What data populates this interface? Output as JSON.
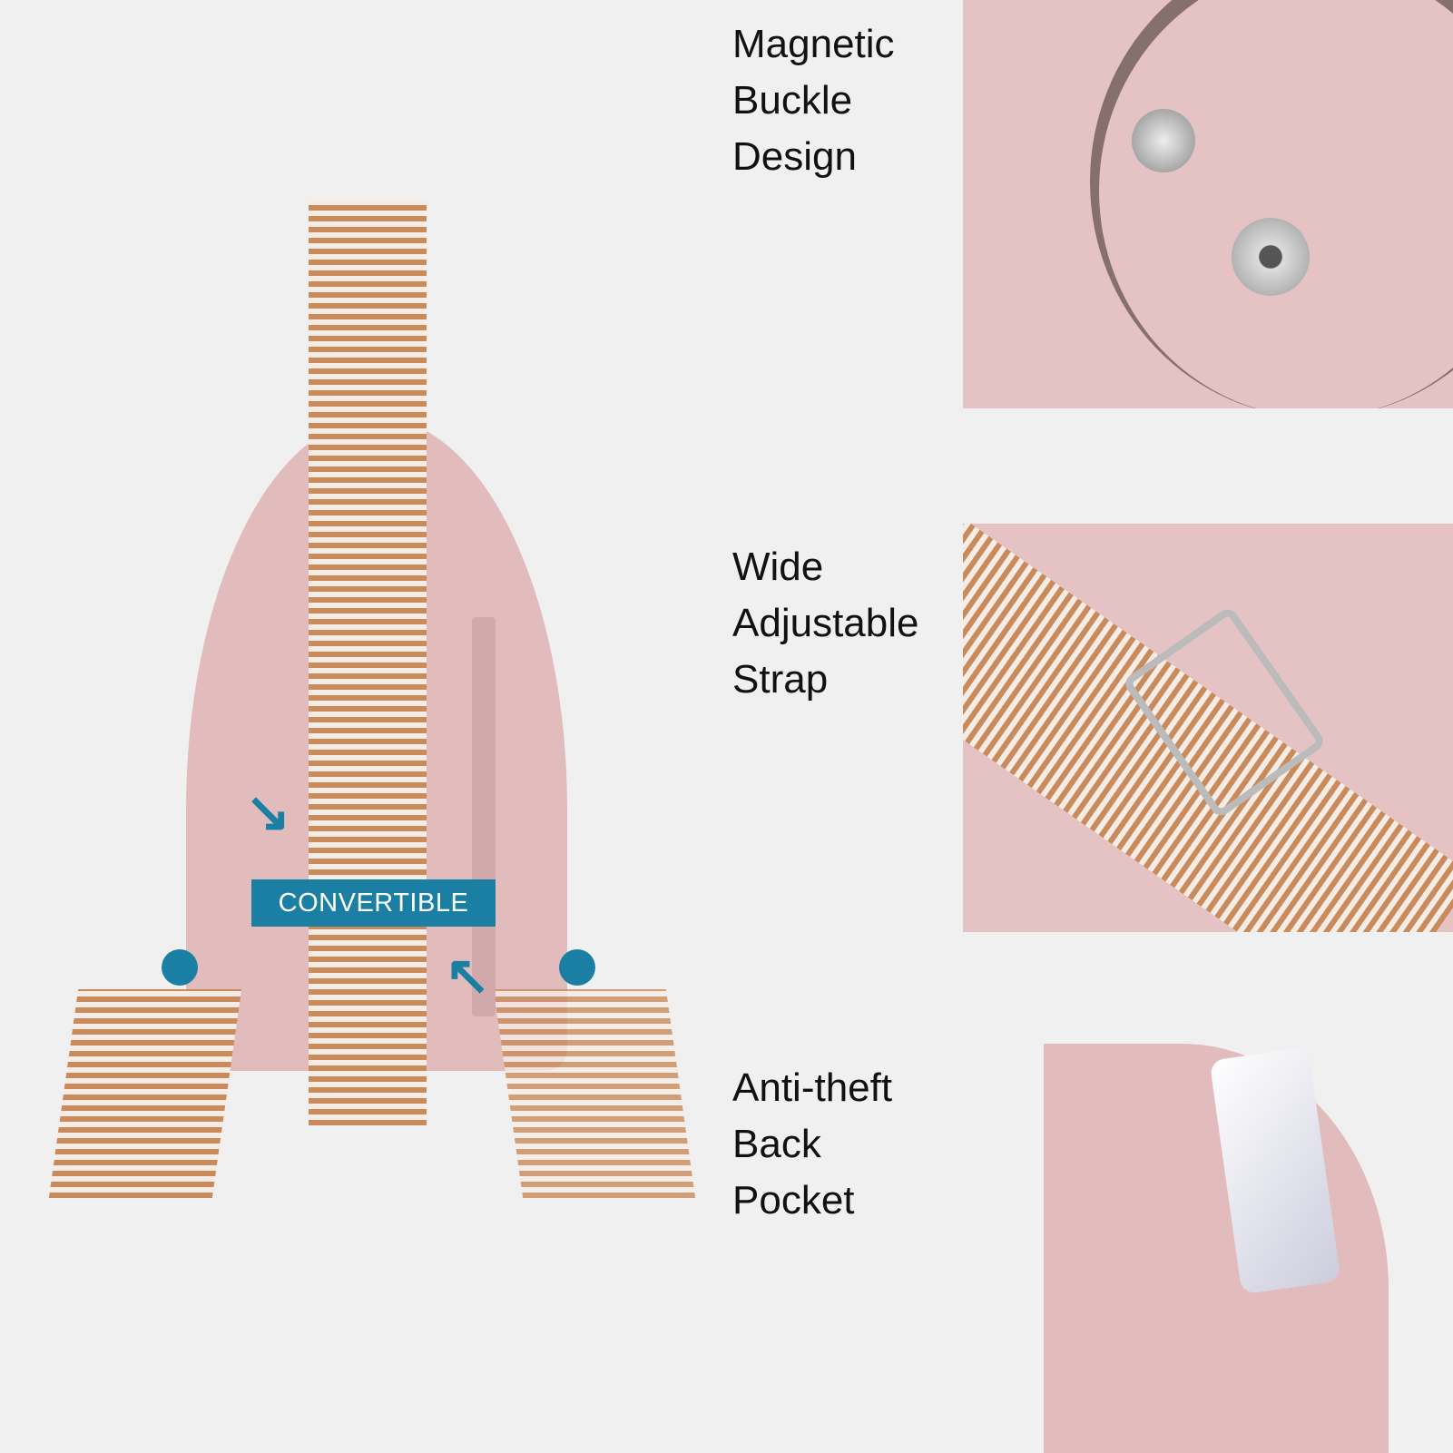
{
  "product": {
    "badge_label": "CONVERTIBLE",
    "accent_color": "#1a7fa3",
    "bag_color": "#e2bcbd",
    "strap_colors": [
      "#c98a5c",
      "#f5ece6"
    ]
  },
  "features": [
    {
      "title_lines": [
        "Magnetic",
        "Buckle",
        "Design"
      ]
    },
    {
      "title_lines": [
        "Wide",
        "Adjustable",
        "Strap"
      ]
    },
    {
      "title_lines": [
        "Anti-theft",
        "Back",
        "Pocket"
      ]
    }
  ],
  "icons": {
    "arrow_down": "↘",
    "arrow_up": "↖"
  }
}
